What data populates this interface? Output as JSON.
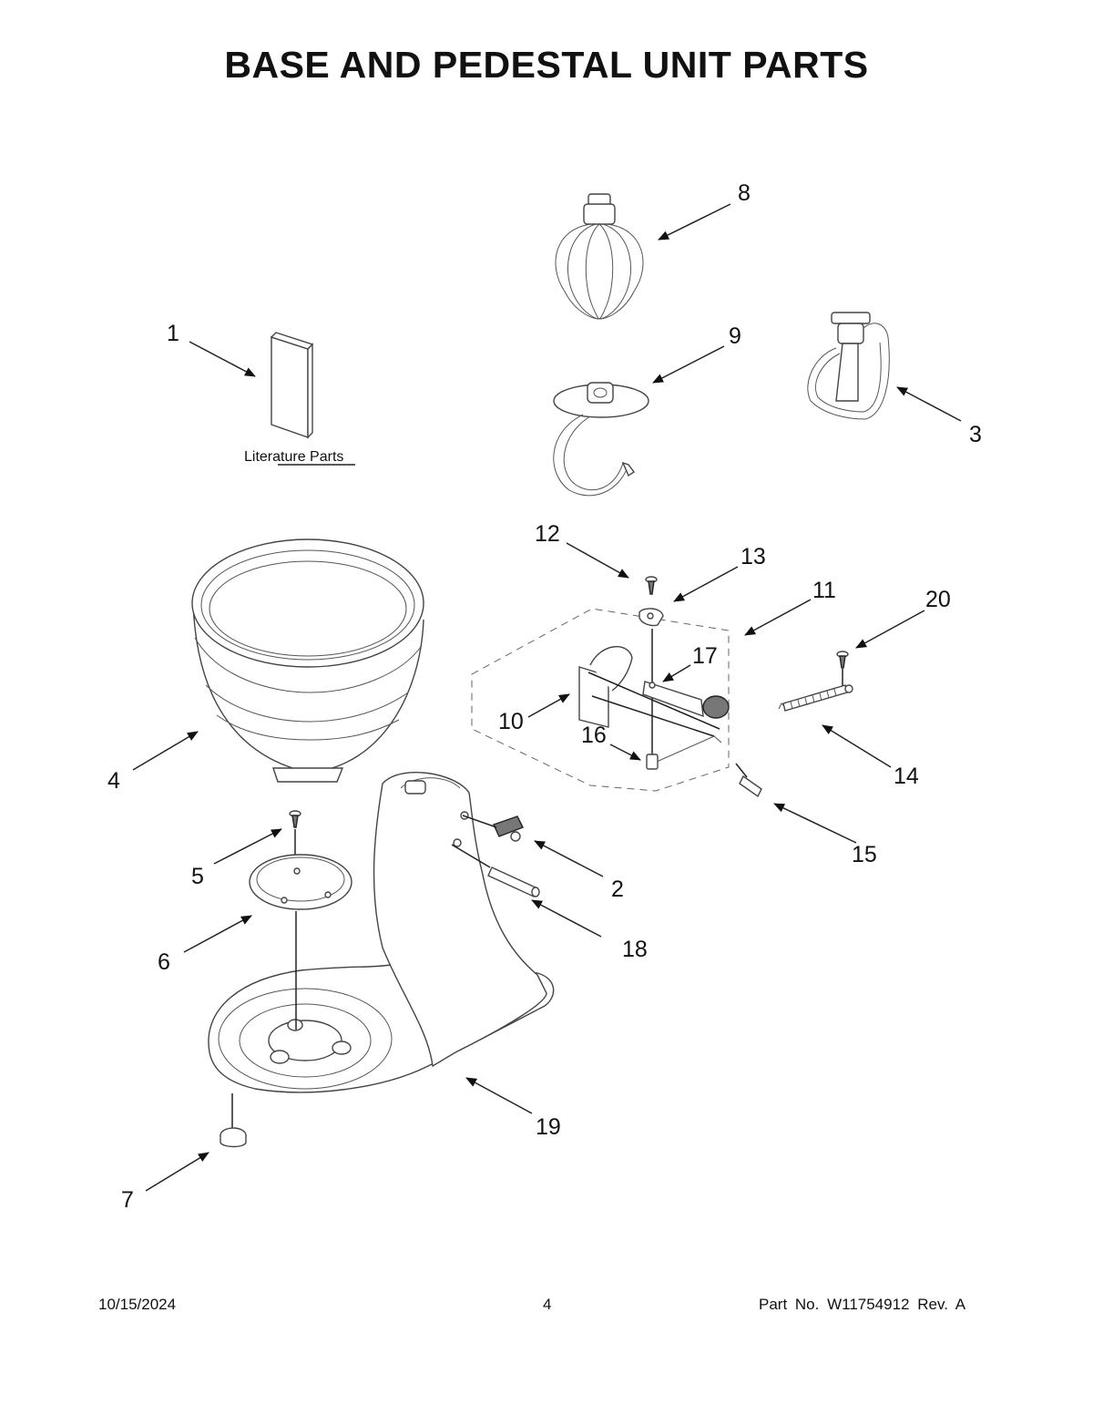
{
  "title": "BASE AND PEDESTAL UNIT PARTS",
  "literature_label": "Literature Parts",
  "callouts": {
    "c1": "1",
    "c2": "2",
    "c3": "3",
    "c4": "4",
    "c5": "5",
    "c6": "6",
    "c7": "7",
    "c8": "8",
    "c9": "9",
    "c10": "10",
    "c11": "11",
    "c12": "12",
    "c13": "13",
    "c14": "14",
    "c15": "15",
    "c16": "16",
    "c17": "17",
    "c18": "18",
    "c19": "19",
    "c20": "20"
  },
  "footer": {
    "date": "10/15/2024",
    "page": "4",
    "part": "Part No.  W11754912  Rev.  A"
  }
}
